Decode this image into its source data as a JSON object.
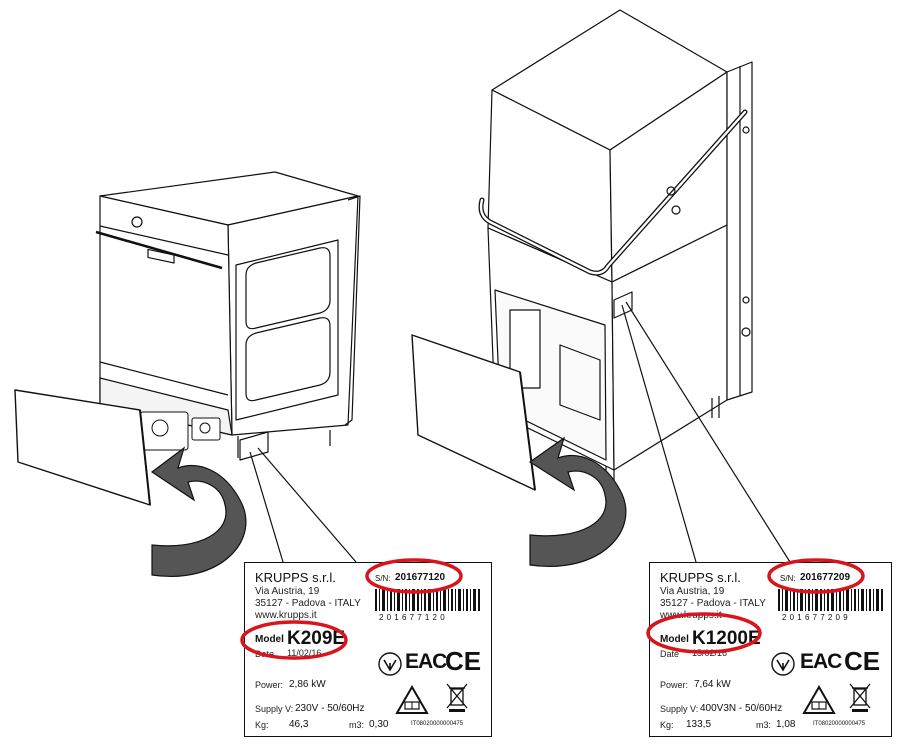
{
  "labels": [
    {
      "company": "KRUPPS s.r.l.",
      "address_1": "Via Austria, 19",
      "address_2": "35127 - Padova - ITALY",
      "website": "www.krupps.it",
      "sn_label": "S/N:",
      "sn_value": "201677120",
      "barcode_digits": "201677120",
      "model_label": "Model",
      "model_value": "K209E",
      "date_label": "Date",
      "date_value": "11/02/16",
      "power_label": "Power:",
      "power_value": "2,86 kW",
      "supply_label": "Supply V:",
      "supply_value": "230V - 50/60Hz",
      "kg_label": "Kg:",
      "kg_value": "46,3",
      "m3_label": "m3:",
      "m3_value": "0,30",
      "eac": "EAC",
      "ce": "CE",
      "cert_code": "IT08020000000475"
    },
    {
      "company": "KRUPPS s.r.l.",
      "address_1": "Via Austria, 19",
      "address_2": "35127 - Padova - ITALY",
      "website": "www.krupps.it",
      "sn_label": "S/N:",
      "sn_value": "201677209",
      "barcode_digits": "201677209",
      "model_label": "Model",
      "model_value": "K1200E",
      "date_label": "Date",
      "date_value": "15/02/16",
      "power_label": "Power:",
      "power_value": "7,64 kW",
      "supply_label": "Supply V:",
      "supply_value": "400V3N - 50/60Hz",
      "kg_label": "Kg:",
      "kg_value": "133,5",
      "m3_label": "m3:",
      "m3_value": "1,08",
      "eac": "EAC",
      "ce": "CE",
      "cert_code": "IT08020000000475"
    }
  ],
  "colors": {
    "highlight": "#d8141c",
    "arrow_fill": "#555555",
    "line": "#111111"
  },
  "icons": [
    "recycling-icon",
    "warning-read-manual-icon",
    "crossed-bin-icon"
  ]
}
